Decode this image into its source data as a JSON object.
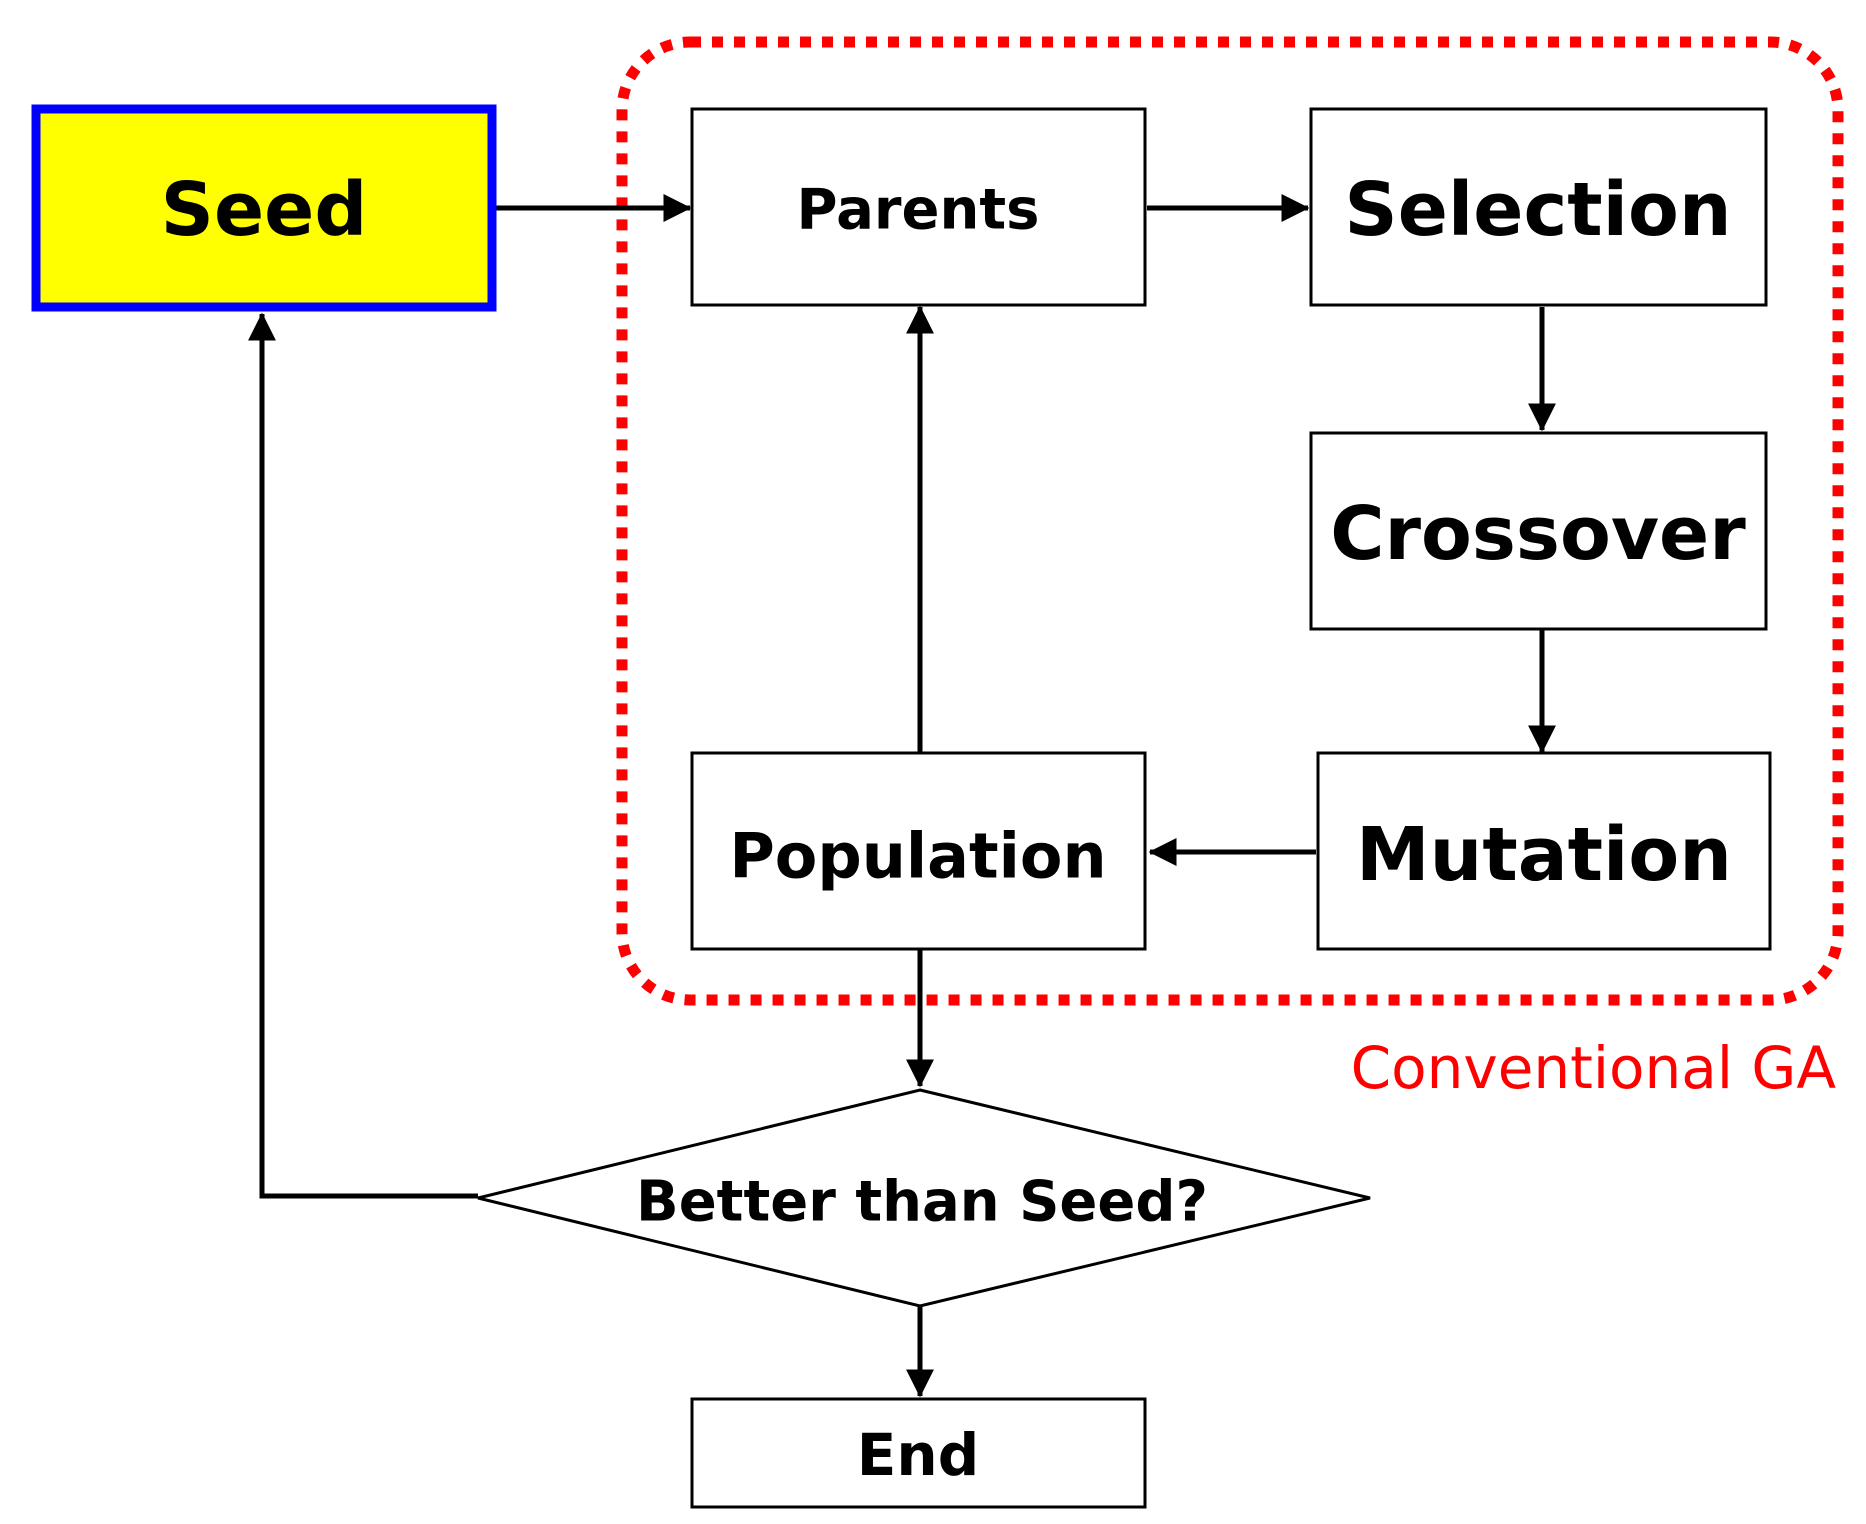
{
  "colors": {
    "seed_fill": "#ffff00",
    "seed_border": "#0000ff",
    "group_border": "#ff0000",
    "group_label": "#ff0000",
    "line": "#000000"
  },
  "nodes": {
    "seed": "Seed",
    "parents": "Parents",
    "selection": "Selection",
    "crossover": "Crossover",
    "mutation": "Mutation",
    "population": "Population",
    "decision": "Better than Seed?",
    "end": "End"
  },
  "group": {
    "label": "Conventional GA"
  },
  "edges": [
    {
      "from": "Seed",
      "to": "Parents"
    },
    {
      "from": "Parents",
      "to": "Selection"
    },
    {
      "from": "Selection",
      "to": "Crossover"
    },
    {
      "from": "Crossover",
      "to": "Mutation"
    },
    {
      "from": "Mutation",
      "to": "Population"
    },
    {
      "from": "Population",
      "to": "Parents"
    },
    {
      "from": "Population",
      "to": "Better than Seed?"
    },
    {
      "from": "Better than Seed?",
      "to": "Seed"
    },
    {
      "from": "Better than Seed?",
      "to": "End"
    }
  ]
}
